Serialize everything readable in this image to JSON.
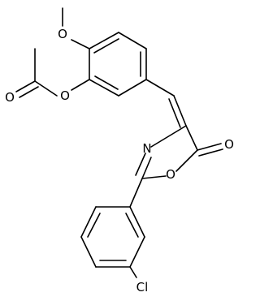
{
  "molecule": {
    "atoms": {
      "o_methoxy": "O",
      "o_ester_carbonyl": "O",
      "o_ester_link": "O",
      "n_ring": "N",
      "o_ring": "O",
      "o_lactone_carbonyl": "O",
      "cl": "Cl"
    }
  },
  "colors": {
    "bond": "#000000",
    "background": "#ffffff"
  }
}
